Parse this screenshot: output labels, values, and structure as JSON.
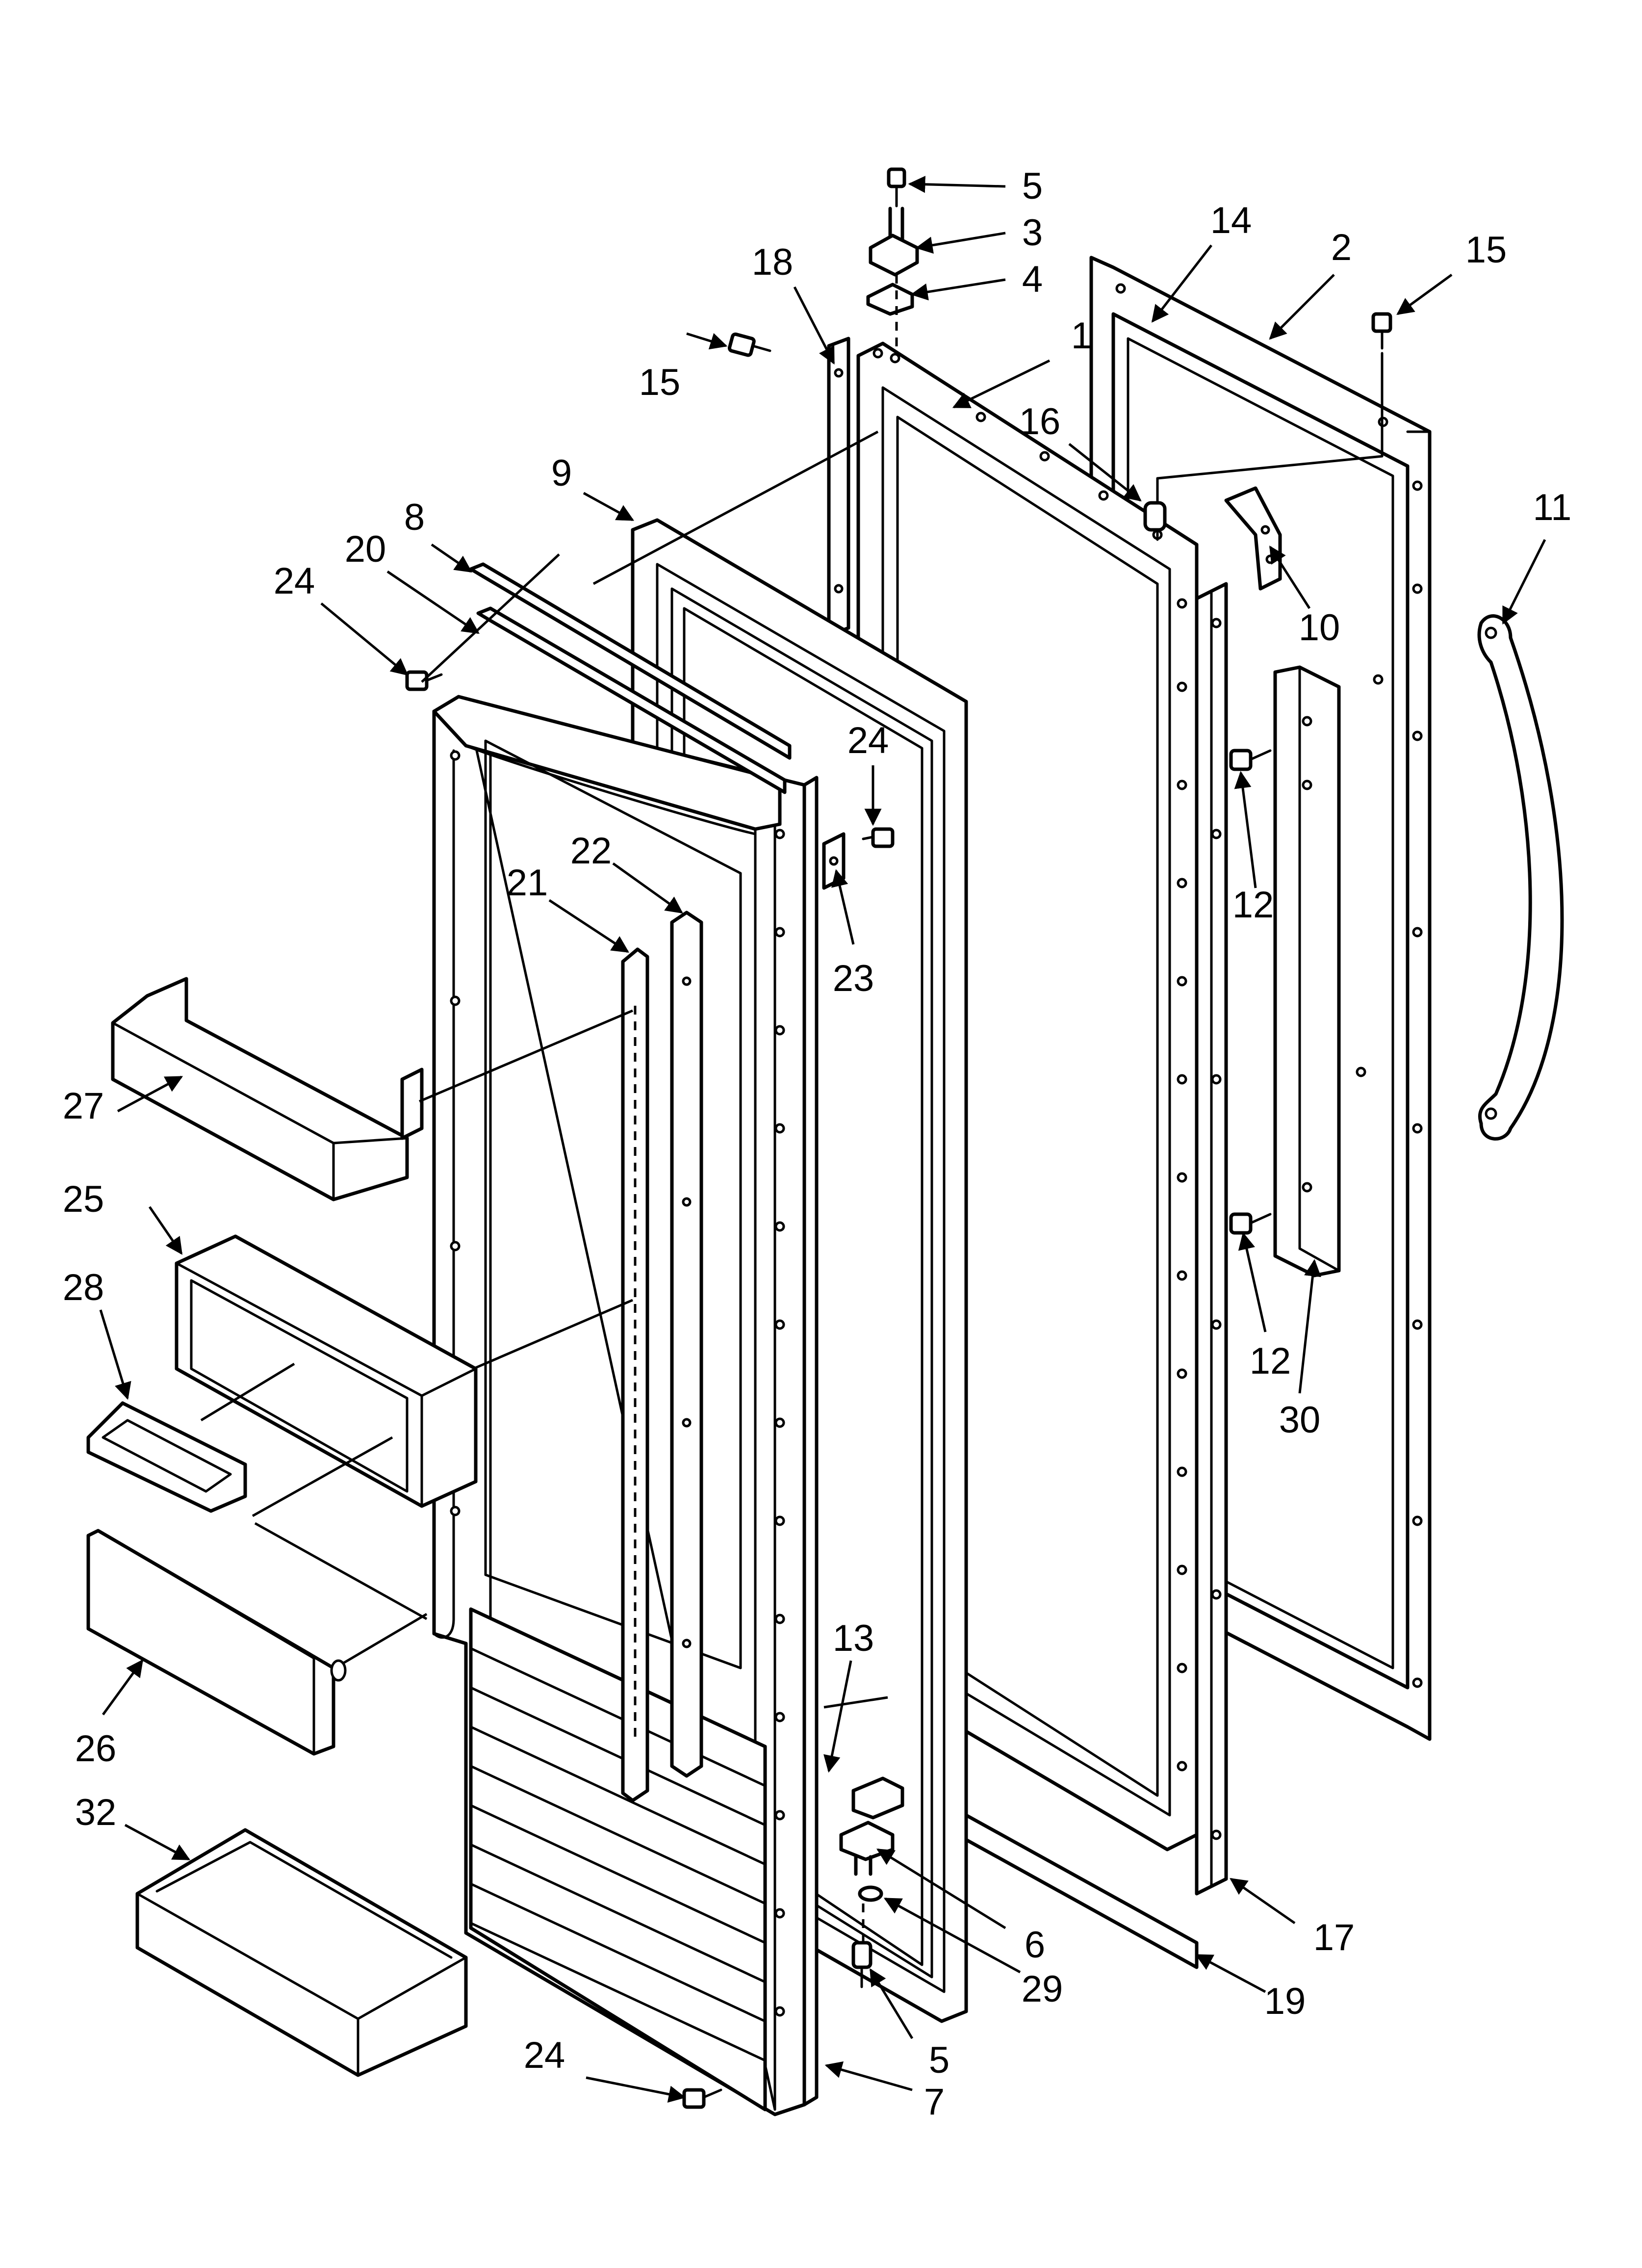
{
  "diagram": {
    "type": "exploded-parts-diagram",
    "line_color": "#000000",
    "background": "#ffffff",
    "callouts": [
      {
        "label": "5"
      },
      {
        "label": "3"
      },
      {
        "label": "4"
      },
      {
        "label": "18"
      },
      {
        "label": "14"
      },
      {
        "label": "2"
      },
      {
        "label": "15"
      },
      {
        "label": "1"
      },
      {
        "label": "15"
      },
      {
        "label": "16"
      },
      {
        "label": "9"
      },
      {
        "label": "8"
      },
      {
        "label": "11"
      },
      {
        "label": "20"
      },
      {
        "label": "24"
      },
      {
        "label": "10"
      },
      {
        "label": "24"
      },
      {
        "label": "22"
      },
      {
        "label": "21"
      },
      {
        "label": "12"
      },
      {
        "label": "23"
      },
      {
        "label": "27"
      },
      {
        "label": "25"
      },
      {
        "label": "28"
      },
      {
        "label": "12"
      },
      {
        "label": "30"
      },
      {
        "label": "13"
      },
      {
        "label": "26"
      },
      {
        "label": "32"
      },
      {
        "label": "6"
      },
      {
        "label": "17"
      },
      {
        "label": "29"
      },
      {
        "label": "19"
      },
      {
        "label": "5"
      },
      {
        "label": "24"
      },
      {
        "label": "7"
      }
    ]
  }
}
